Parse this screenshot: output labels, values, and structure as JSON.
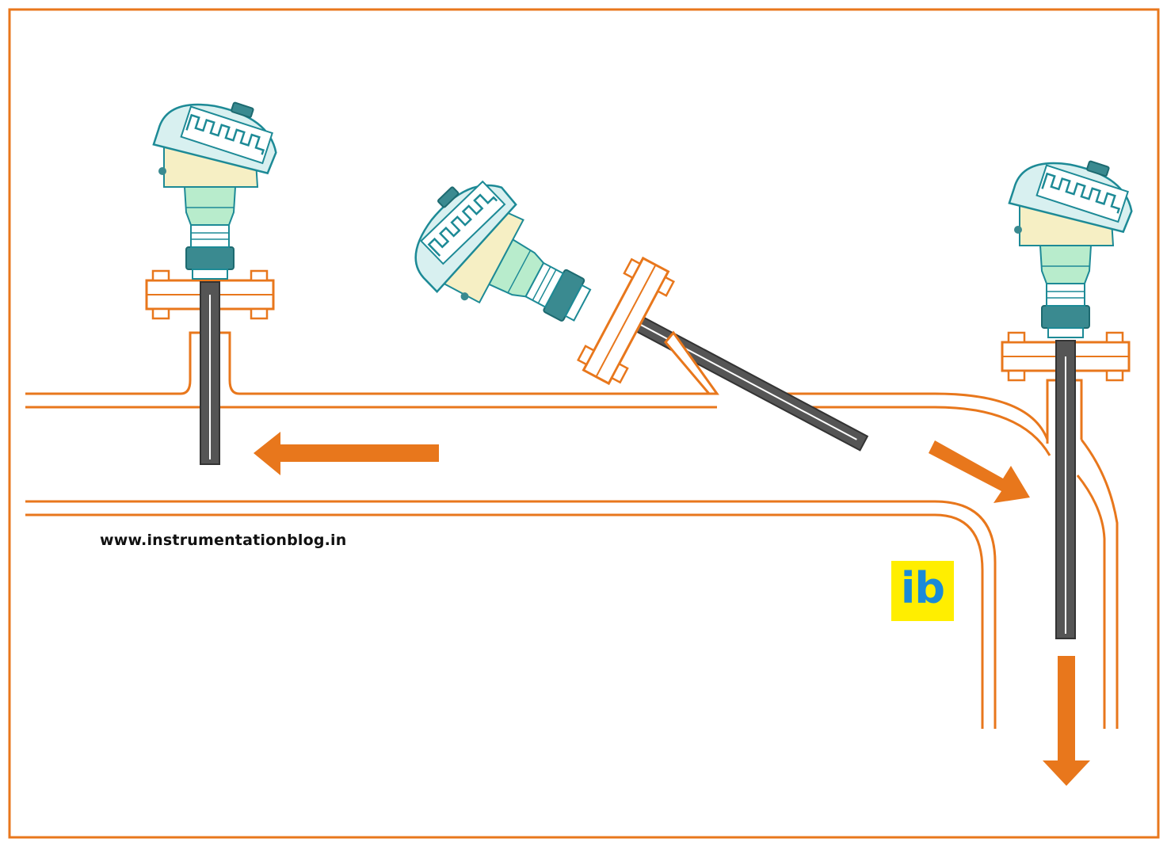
{
  "website": "www.instrumentationblog.in",
  "logo_text": "ib",
  "colors": {
    "pipe": "#e8771c",
    "flow_arrow": "#e8771c",
    "thermowell": "#555555",
    "head_cover": "#d8f0f0",
    "head_body": "#f6efc4",
    "neck": "#b8eccc",
    "nut": "#3a8a90",
    "outline": "#1d8a96",
    "logo_bg": "#ffee00",
    "logo_text": "#1a8ad8"
  },
  "elements": {
    "thermowells": [
      "perpendicular-thermowell",
      "angled-thermowell",
      "elbow-thermowell"
    ],
    "flow_arrows": [
      "left",
      "diagonal-down-right",
      "down"
    ]
  }
}
